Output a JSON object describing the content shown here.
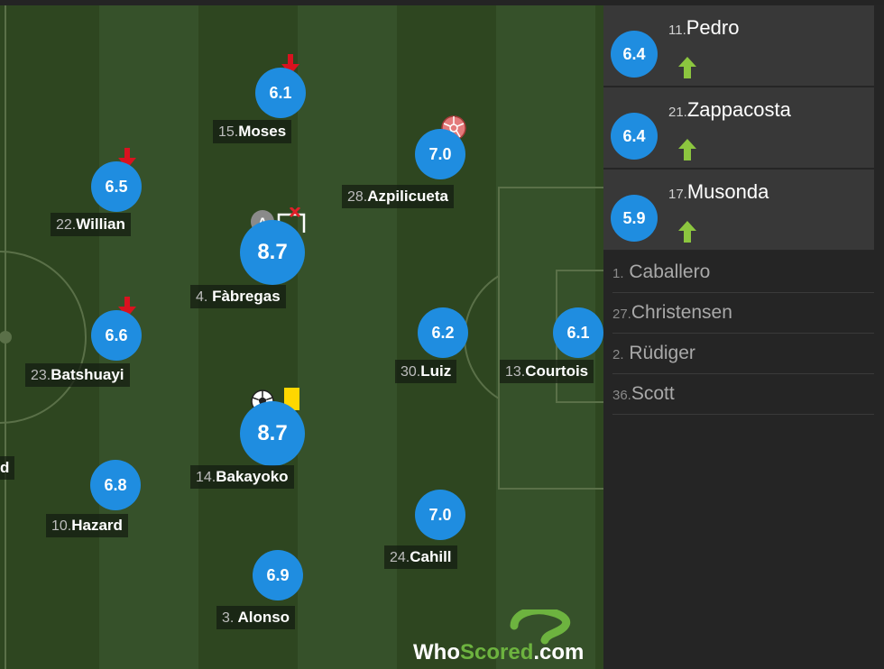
{
  "pitch": {
    "players": [
      {
        "key": "moses",
        "number": "15.",
        "name": "Moses",
        "rating": "6.1",
        "events": [
          "subbed-off"
        ]
      },
      {
        "key": "willian",
        "number": "22.",
        "name": "Willian",
        "rating": "6.5",
        "events": [
          "subbed-off"
        ]
      },
      {
        "key": "azpilicueta",
        "number": "28.",
        "name": "Azpilicueta",
        "rating": "7.0",
        "events": [
          "assist-ball"
        ]
      },
      {
        "key": "fabregas",
        "number": "4.",
        "name": "Fàbregas",
        "rating": "8.7",
        "events": [
          "captain",
          "missed-chance"
        ]
      },
      {
        "key": "batshuayi",
        "number": "23.",
        "name": "Batshuayi",
        "rating": "6.6",
        "events": [
          "subbed-off"
        ]
      },
      {
        "key": "luiz",
        "number": "30.",
        "name": "Luiz",
        "rating": "6.2",
        "events": []
      },
      {
        "key": "courtois",
        "number": "13.",
        "name": "Courtois",
        "rating": "6.1",
        "events": []
      },
      {
        "key": "bakayoko",
        "number": "14.",
        "name": "Bakayoko",
        "rating": "8.7",
        "events": [
          "goal",
          "yellow-card"
        ]
      },
      {
        "key": "hazard",
        "number": "10.",
        "name": "Hazard",
        "rating": "6.8",
        "events": []
      },
      {
        "key": "cahill",
        "number": "24.",
        "name": "Cahill",
        "rating": "7.0",
        "events": []
      },
      {
        "key": "alonso",
        "number": "3.",
        "name": "Alonso",
        "rating": "6.9",
        "events": []
      }
    ],
    "edge_fragment": "d",
    "captain_letter": "A",
    "logo": {
      "who": "Who",
      "scored": "Scored",
      "dot": ".",
      "com": "com"
    }
  },
  "substitutes": [
    {
      "number": "11.",
      "name": "Pedro",
      "rating": "6.4"
    },
    {
      "number": "21.",
      "name": "Zappacosta",
      "rating": "6.4"
    },
    {
      "number": "17.",
      "name": "Musonda",
      "rating": "5.9"
    }
  ],
  "bench": [
    {
      "number": "1.",
      "name": "Caballero"
    },
    {
      "number": "27.",
      "name": "Christensen"
    },
    {
      "number": "2.",
      "name": "Rüdiger"
    },
    {
      "number": "36.",
      "name": "Scott"
    }
  ],
  "colors": {
    "rating_badge": "#1f8de0",
    "sub_off_arrow": "#d9121f",
    "sub_on_arrow": "#8cc63f",
    "yellow_card": "#ffd700"
  }
}
